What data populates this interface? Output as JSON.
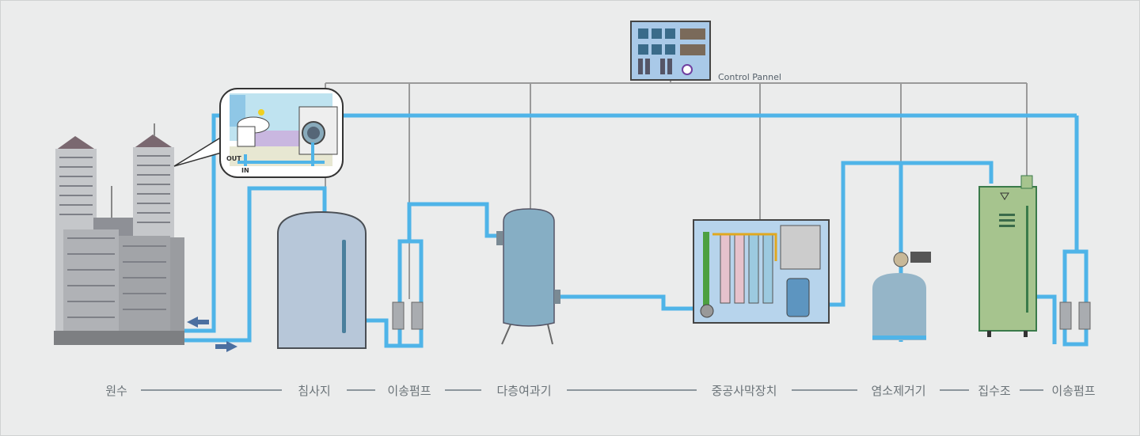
{
  "control_panel": {
    "label": "Control Pannel"
  },
  "inset": {
    "out_label": "OUT",
    "in_label": "IN"
  },
  "process_steps": [
    {
      "label": "원수"
    },
    {
      "label": "침사지"
    },
    {
      "label": "이송펌프"
    },
    {
      "label": "다층여과기"
    },
    {
      "label": "중공사막장치"
    },
    {
      "label": "염소제거기"
    },
    {
      "label": "집수조"
    },
    {
      "label": "이송펌프"
    }
  ],
  "colors": {
    "pipe": "#4fb4e8",
    "control_line": "#9a9a9a",
    "background": "#ebecec",
    "tank": "#b7c7d9",
    "collection_tank": "#a6c48e"
  }
}
